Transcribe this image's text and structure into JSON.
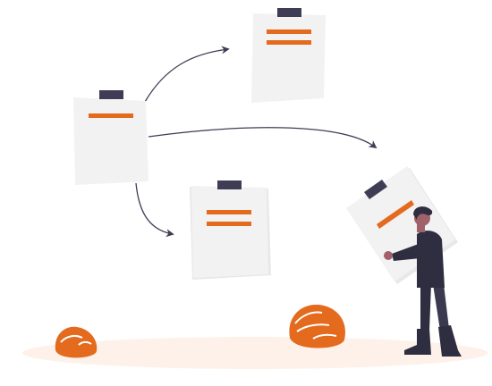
{
  "illustration": {
    "subject": "clipboards-workflow",
    "colors": {
      "paper": "#f2f2f2",
      "paper_shadow": "#e6e6e6",
      "clip": "#3f3d56",
      "accent": "#e46a1e",
      "accent_dark": "#c9581a",
      "ground": "#fdf1e9",
      "arrow": "#3f3d56",
      "person_dark": "#2f2e41",
      "skin": "#a0616a"
    },
    "icons": [
      "clipboard-icon",
      "arrow-icon",
      "person-figure",
      "rock-shape"
    ]
  }
}
